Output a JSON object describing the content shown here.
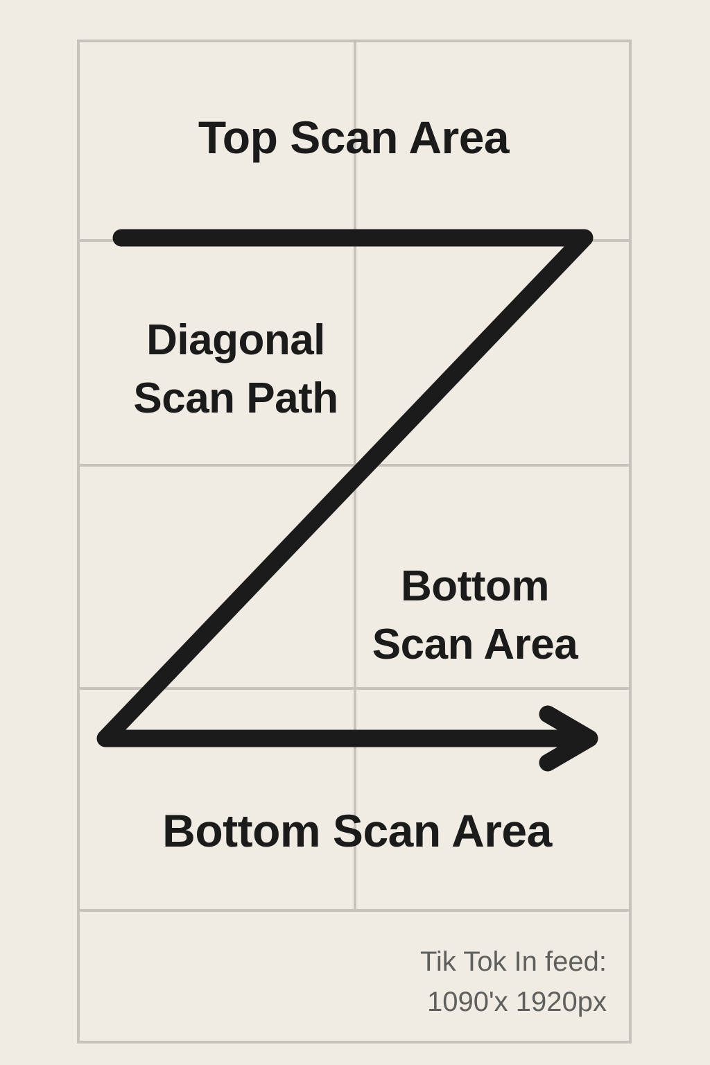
{
  "labels": {
    "top": "Top Scan Area",
    "diagonal": [
      "Diagonal",
      "Scan Path"
    ],
    "bottom_right": [
      "Bottom",
      "Scan Area"
    ],
    "bottom": "Bottom Scan Area"
  },
  "spec_note": [
    "Tik Tok In feed:",
    "1090'x 1920px"
  ],
  "colors": {
    "background": "#f0ece3",
    "grid": "#c6c3bd",
    "path": "#1b1b1b",
    "text": "#1b1b1b",
    "note_text": "#5f5f5d"
  },
  "icons": {
    "path_end": "arrow-right-icon"
  }
}
